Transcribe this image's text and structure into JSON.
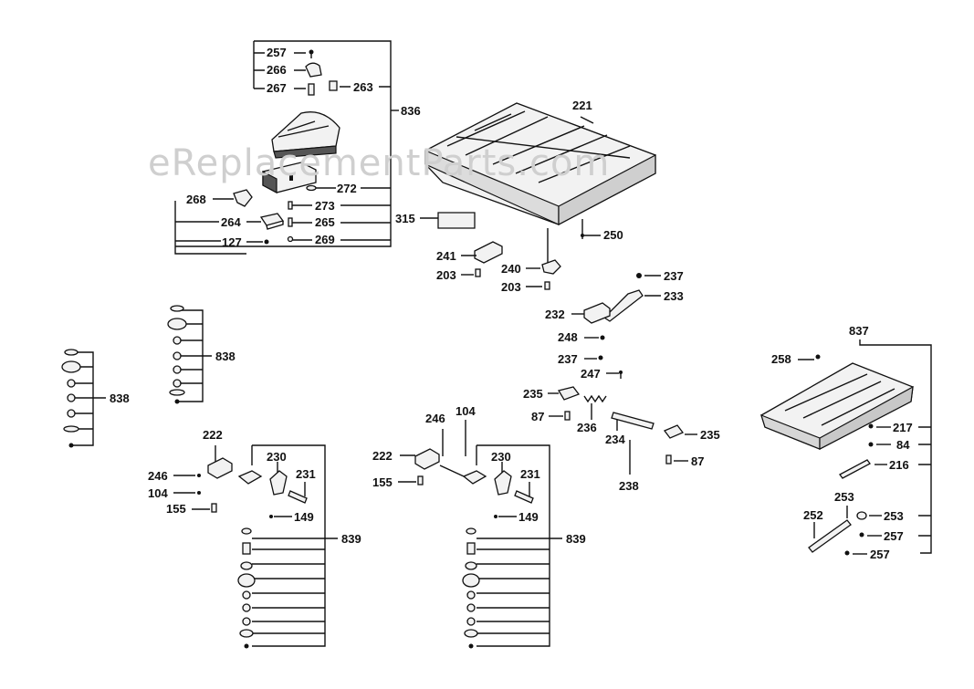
{
  "watermark": "eReplacementParts.com",
  "labels": {
    "p257a": "257",
    "p266": "266",
    "p267": "267",
    "p263": "263",
    "p836": "836",
    "p272": "272",
    "p273": "273",
    "p265": "265",
    "p269": "269",
    "p268": "268",
    "p264": "264",
    "p127": "127",
    "p221": "221",
    "p315": "315",
    "p250": "250",
    "p241": "241",
    "p203a": "203",
    "p240": "240",
    "p203b": "203",
    "p237a": "237",
    "p233": "233",
    "p232": "232",
    "p248": "248",
    "p237b": "237",
    "p247": "247",
    "p235a": "235",
    "p87a": "87",
    "p236": "236",
    "p234": "234",
    "p235b": "235",
    "p87b": "87",
    "p238": "238",
    "p838a": "838",
    "p838b": "838",
    "p222a": "222",
    "p246a": "246",
    "p104a": "104",
    "p155a": "155",
    "p230a": "230",
    "p231a": "231",
    "p149a": "149",
    "p839a": "839",
    "p246b": "246",
    "p104b": "104",
    "p222b": "222",
    "p155b": "155",
    "p230b": "230",
    "p231b": "231",
    "p149b": "149",
    "p839b": "839",
    "p837": "837",
    "p258b": "258",
    "p217": "217",
    "p84": "84",
    "p216": "216",
    "p253a": "253",
    "p252": "252",
    "p253b": "253",
    "p257b": "257",
    "p257c": "257"
  }
}
